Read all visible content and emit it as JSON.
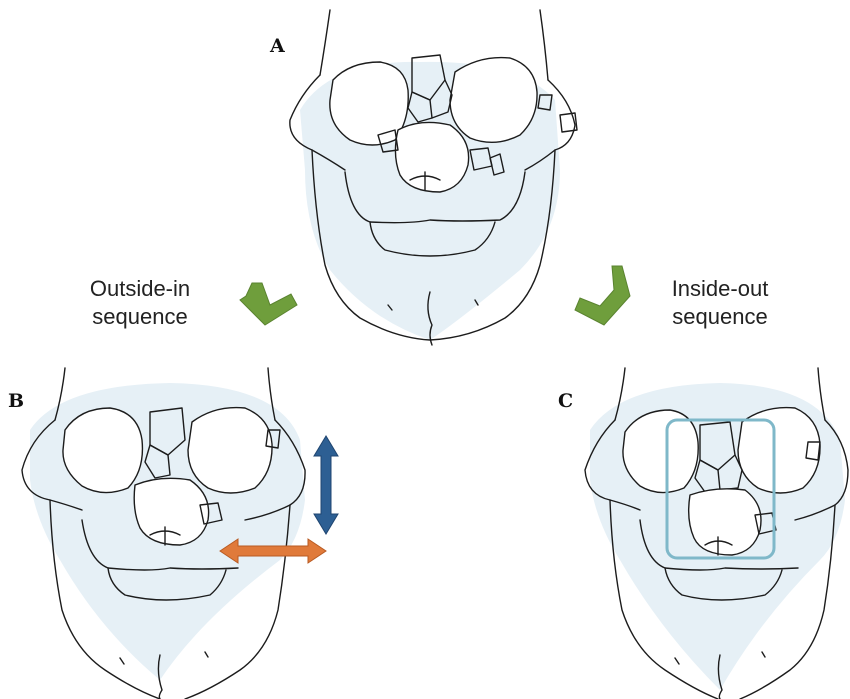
{
  "panels": {
    "a": {
      "label": "A"
    },
    "b": {
      "label": "B"
    },
    "c": {
      "label": "C"
    }
  },
  "sequences": {
    "outside_in": {
      "line1": "Outside-in",
      "line2": "sequence"
    },
    "inside_out": {
      "line1": "Inside-out",
      "line2": "sequence"
    }
  },
  "colors": {
    "chevron_green": "#6f9e3c",
    "vertical_arrow_blue": "#2d5f93",
    "horizontal_arrow_orange": "#e07a3a",
    "focus_box_teal": "#7fb8c9",
    "bone_wash": "#e6f0f6"
  },
  "icons": {
    "down_right_chevron": "chevron-down-right-icon",
    "down_left_chevron": "chevron-down-left-icon",
    "vertical_arrow": "double-arrow-vertical-icon",
    "horizontal_arrow": "double-arrow-horizontal-icon"
  }
}
